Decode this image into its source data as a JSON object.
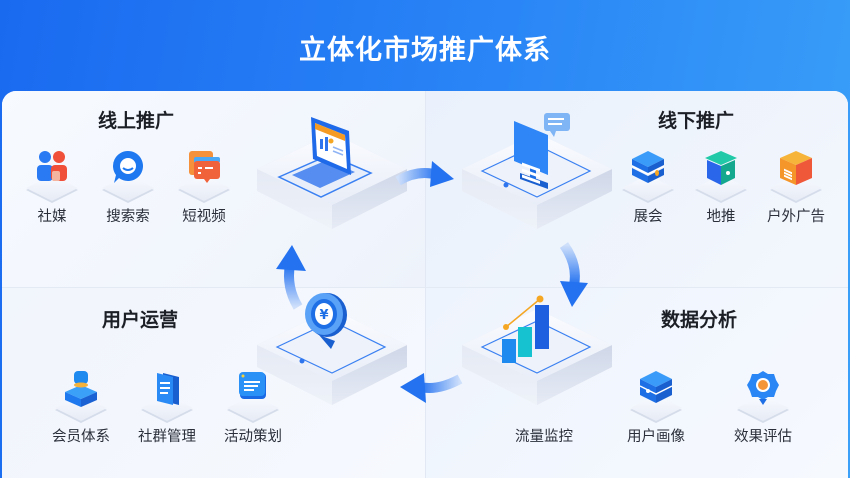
{
  "title": "立体化市场推广体系",
  "colors": {
    "header_blue": "#1a6af0",
    "accent_blue": "#2f7af5",
    "orange": "#f5a623",
    "red": "#f0503a",
    "teal": "#17c2b0"
  },
  "sections": {
    "online": {
      "title": "线上推广",
      "center_icon": "laptop-chart-icon",
      "items": [
        {
          "label": "社媒",
          "icon": "social-users-icon"
        },
        {
          "label": "搜索索",
          "icon": "search-chat-icon"
        },
        {
          "label": "短视频",
          "icon": "video-cards-icon"
        }
      ]
    },
    "offline": {
      "title": "线下推广",
      "center_icon": "kiosk-display-icon",
      "items": [
        {
          "label": "展会",
          "icon": "expo-stack-icon"
        },
        {
          "label": "地推",
          "icon": "booth-box-icon"
        },
        {
          "label": "户外广告",
          "icon": "billboard-box-icon"
        }
      ]
    },
    "operations": {
      "title": "用户运营",
      "center_icon": "currency-badge-icon",
      "items": [
        {
          "label": "会员体系",
          "icon": "member-avatar-icon"
        },
        {
          "label": "社群管理",
          "icon": "community-book-icon"
        },
        {
          "label": "活动策划",
          "icon": "event-board-icon"
        }
      ]
    },
    "analytics": {
      "title": "数据分析",
      "center_icon": "bar-trend-icon",
      "items": [
        {
          "label": "流量监控",
          "icon": "traffic-monitor-icon"
        },
        {
          "label": "用户画像",
          "icon": "user-profile-stack-icon"
        },
        {
          "label": "效果评估",
          "icon": "evaluation-badge-icon"
        }
      ]
    }
  }
}
